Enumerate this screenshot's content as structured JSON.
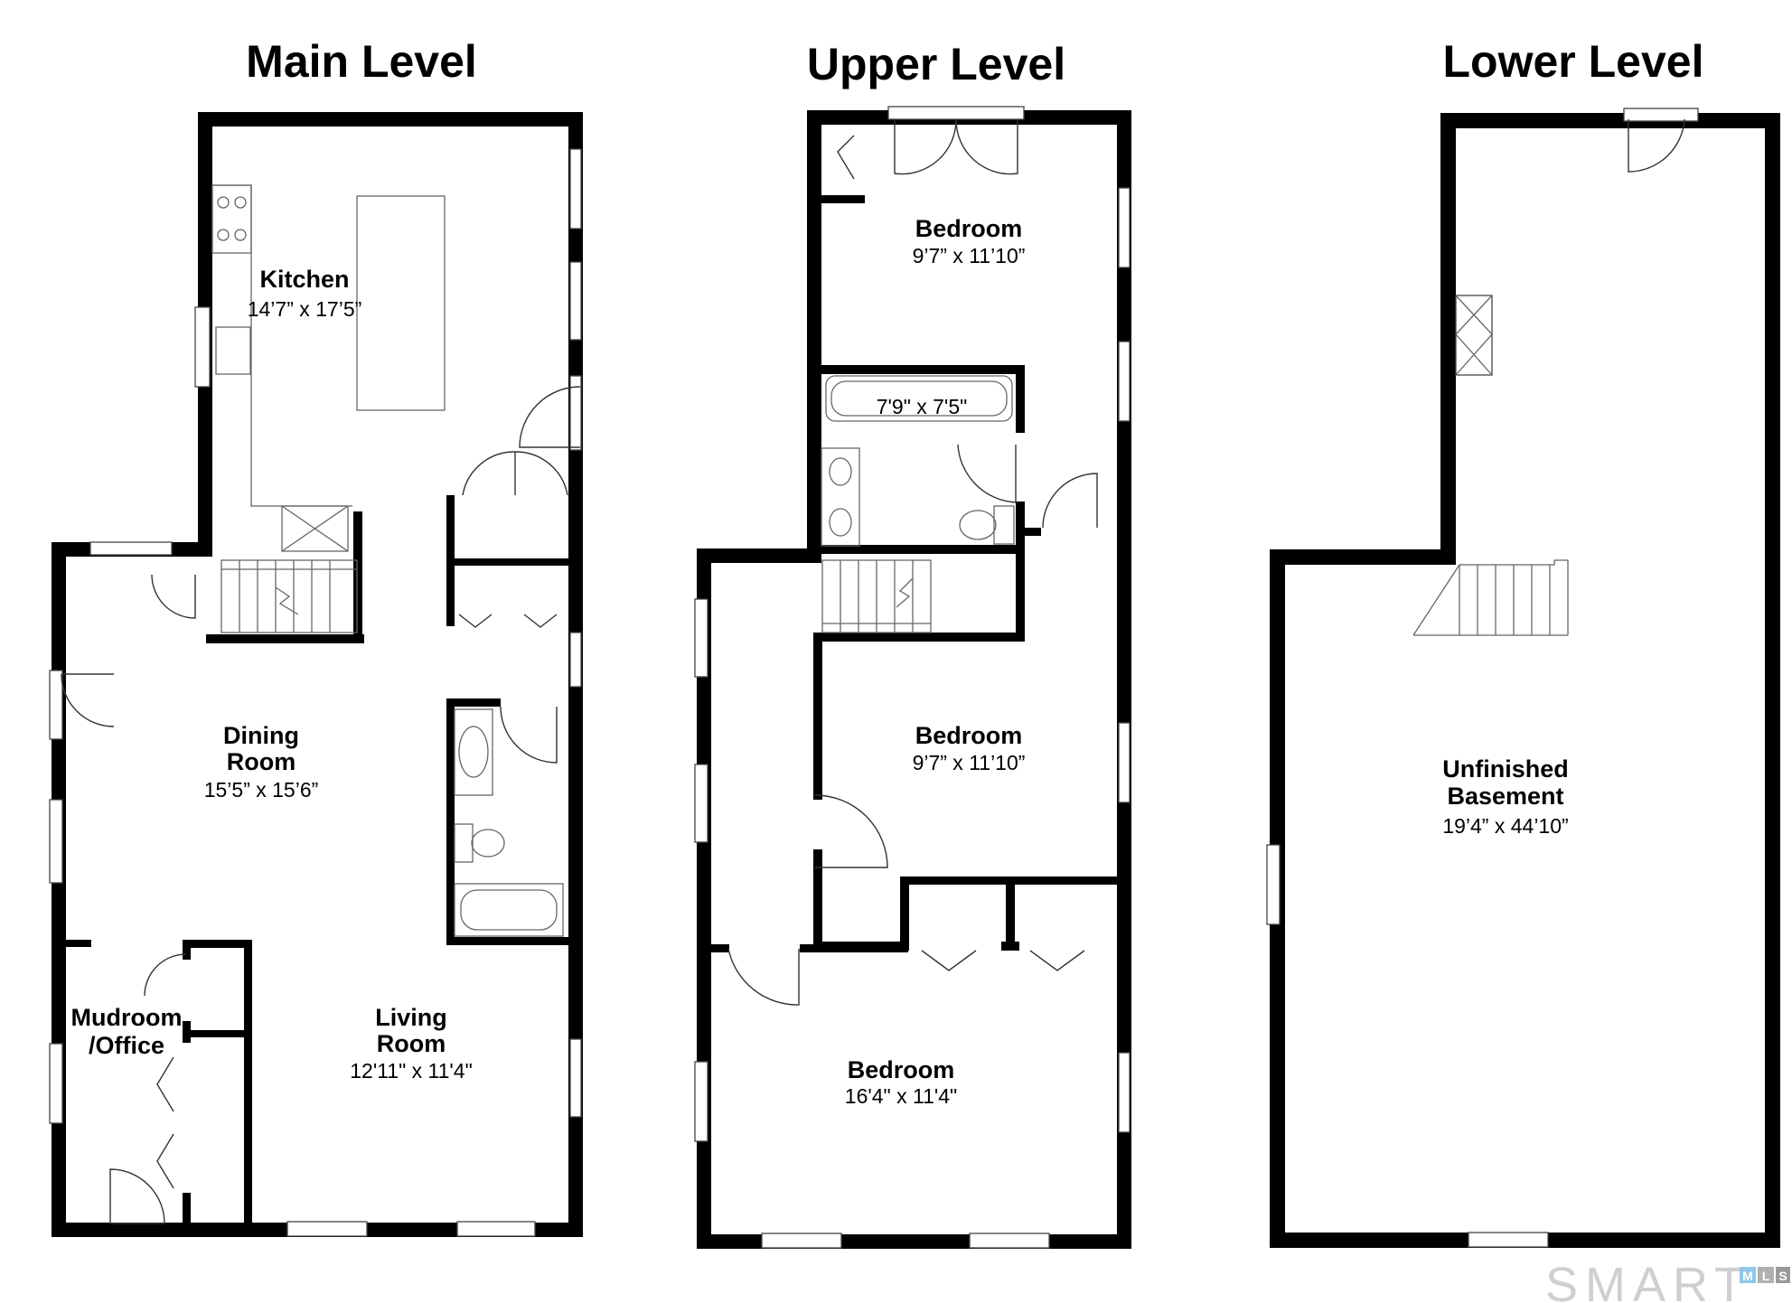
{
  "levels": {
    "main": {
      "title": "Main Level"
    },
    "upper": {
      "title": "Upper Level"
    },
    "lower": {
      "title": "Lower Level"
    }
  },
  "rooms": {
    "kitchen": {
      "name": "Kitchen",
      "dims": "14’7” x 17’5”"
    },
    "dining": {
      "name_line1": "Dining",
      "name_line2": "Room",
      "dims": "15’5” x 15’6”"
    },
    "mudroom": {
      "name_line1": "Mudroom",
      "name_line2": "/Office"
    },
    "living": {
      "name_line1": "Living",
      "name_line2": "Room",
      "dims": "12'11\" x 11'4\""
    },
    "upper_bedroom_1": {
      "name": "Bedroom",
      "dims": "9’7” x 11’10”"
    },
    "upper_bath": {
      "dims": "7'9\" x 7'5\""
    },
    "upper_bedroom_2": {
      "name": "Bedroom",
      "dims": "9’7” x 11’10”"
    },
    "upper_bedroom_3": {
      "name": "Bedroom",
      "dims": "16'4\" x 11'4\""
    },
    "basement": {
      "name_line1": "Unfinished",
      "name_line2": "Basement",
      "dims": "19’4” x 44’10”"
    }
  },
  "logo": {
    "text": "SMART",
    "badge": [
      "M",
      "L",
      "S"
    ],
    "colors": {
      "main": "#cfcfcf",
      "badge_m": "#8fc8e8",
      "badge_l": "#b0b0b0",
      "badge_s": "#9a9a9a"
    }
  }
}
